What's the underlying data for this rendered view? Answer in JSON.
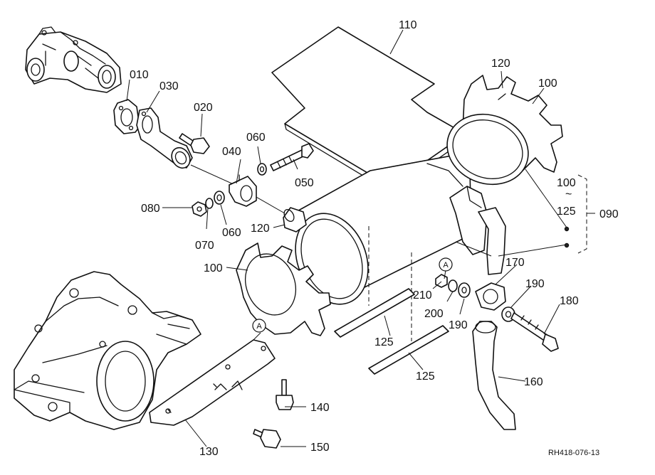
{
  "labels": {
    "p010": "010",
    "p020": "020",
    "p030": "030",
    "p040": "040",
    "p050": "050",
    "p060a": "060",
    "p060b": "060",
    "p070": "070",
    "p080": "080",
    "p090": "090",
    "p100a": "100",
    "p100b": "100",
    "p100_range_top": "100",
    "p100_range_tilde": "~",
    "p100_range_bottom": "125",
    "p110": "110",
    "p120a": "120",
    "p120b": "120",
    "p125a": "125",
    "p125b": "125",
    "p130": "130",
    "p140": "140",
    "p150": "150",
    "p160": "160",
    "p170": "170",
    "p180": "180",
    "p190a": "190",
    "p190b": "190",
    "p200": "200",
    "p210": "210"
  },
  "callouts": {
    "a1": "A",
    "a2": "A"
  },
  "reference": "RH418-076-13"
}
